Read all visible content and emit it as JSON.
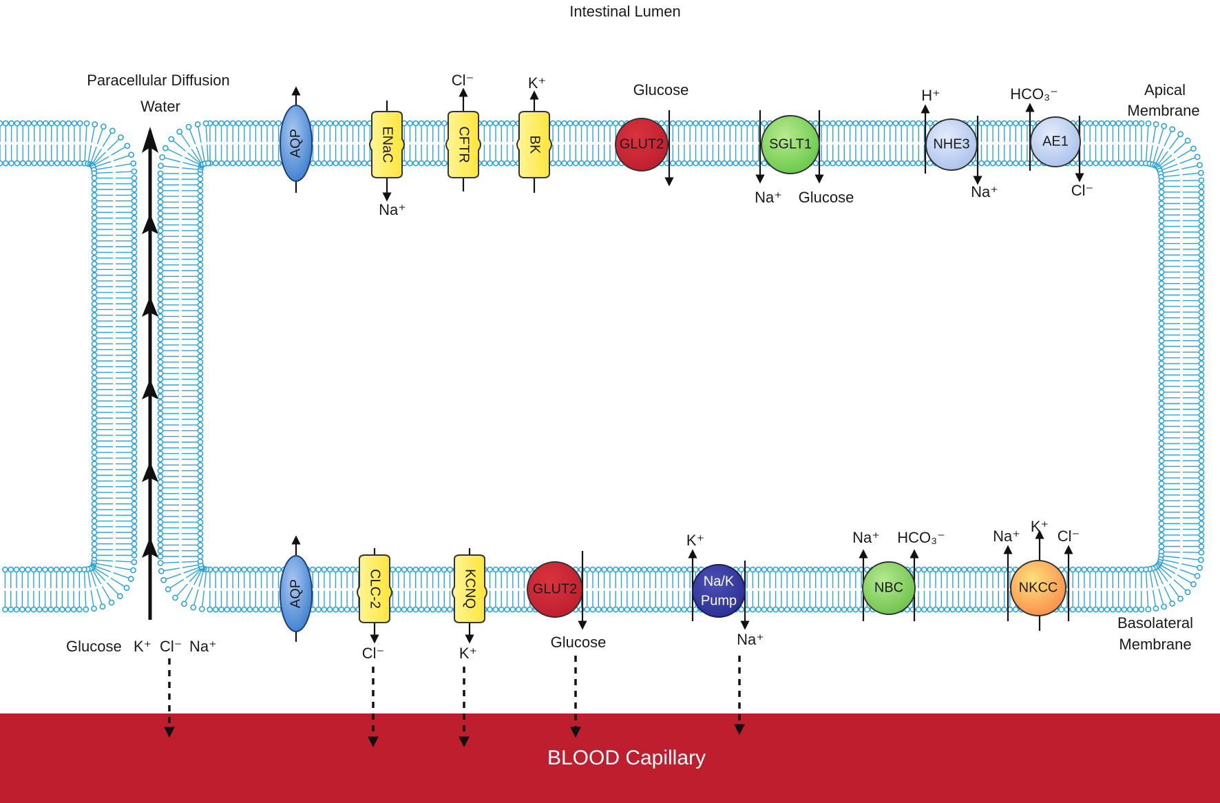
{
  "labels": {
    "lumen": "Intestinal Lumen",
    "paracellular": "Paracellular Diffusion",
    "water": "Water",
    "apical_1": "Apical",
    "apical_2": "Membrane",
    "basolateral_1": "Basolateral",
    "basolateral_2": "Membrane",
    "blood": "BLOOD Capillary",
    "para_glucose": "Glucose",
    "para_k": "K⁺",
    "para_cl": "Cl⁻",
    "para_na": "Na⁺"
  },
  "apical": {
    "aqp": "AQP",
    "enac": "ENaC",
    "enac_ion": "Na⁺",
    "cftr": "CFTR",
    "cftr_ion": "Cl⁻",
    "bk": "BK",
    "bk_ion": "K⁺",
    "glut2": "GLUT2",
    "glut2_ion": "Glucose",
    "sglt1": "SGLT1",
    "sglt1_ion_a": "Na⁺",
    "sglt1_ion_b": "Glucose",
    "nhe3": "NHE3",
    "nhe3_ion_a": "H⁺",
    "nhe3_ion_b": "Na⁺",
    "ae1": "AE1",
    "ae1_ion_a": "HCO₃⁻",
    "ae1_ion_b": "Cl⁻"
  },
  "basolateral": {
    "aqp": "AQP",
    "clc2": "CLC-2",
    "clc2_ion": "Cl⁻",
    "kcnq": "KCNQ",
    "kcnq_ion": "K⁺",
    "glut2": "GLUT2",
    "glut2_ion": "Glucose",
    "pump_1": "Na/K",
    "pump_2": "Pump",
    "pump_ion_a": "K⁺",
    "pump_ion_b": "Na⁺",
    "nbc": "NBC",
    "nbc_ion_a": "Na⁺",
    "nbc_ion_b": "HCO₃⁻",
    "nkcc": "NKCC",
    "nkcc_ion_a": "Na⁺",
    "nkcc_ion_b": "K⁺",
    "nkcc_ion_c": "Cl⁻"
  },
  "colors": {
    "membrane": "#29a3dc",
    "blood": "#be1e2d",
    "aqp": "#3f7fce",
    "channel": "#ffe534",
    "glut2": "#be1e2d",
    "sglt1": "#66c84a",
    "exchanger": "#a9c1ec",
    "pump": "#2e3192",
    "nbc": "#6cc24a",
    "nkcc": "#f98d4b"
  }
}
